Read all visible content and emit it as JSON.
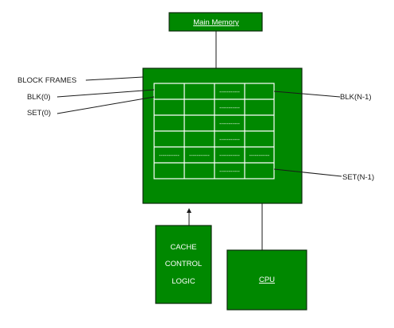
{
  "main_memory": {
    "label": "Main Memory"
  },
  "cpu": {
    "label": "CPU"
  },
  "cache_control": {
    "lines": [
      "CACHE",
      "CONTROL",
      "LOGIC"
    ]
  },
  "side_labels": {
    "block_frames": "BLOCK FRAMES",
    "blk0": "BLK(0)",
    "set0": "SET(0)",
    "blkn": "BLK(N-1)",
    "setn": "SET(N-1)"
  },
  "grid": {
    "rows": 6,
    "cols": 4,
    "dashed_cells": [
      [
        0,
        2
      ],
      [
        1,
        2
      ],
      [
        2,
        2
      ],
      [
        3,
        2
      ],
      [
        4,
        0
      ],
      [
        4,
        1
      ],
      [
        4,
        2
      ],
      [
        4,
        3
      ],
      [
        5,
        2
      ]
    ],
    "dash_text": "-----------"
  },
  "colors": {
    "box_fill": "#008800",
    "line": "#1a1a1a",
    "text_on_box": "#ffffff"
  }
}
